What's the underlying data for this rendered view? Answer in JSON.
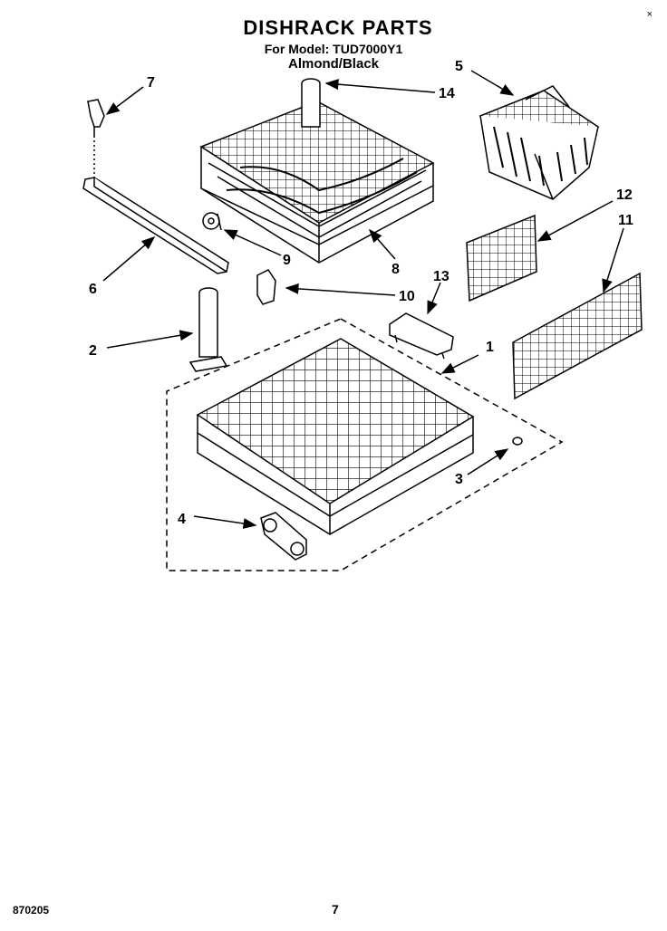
{
  "header": {
    "title": "DISHRACK PARTS",
    "model": "For Model: TUD7000Y1",
    "color": "Almond/Black"
  },
  "corner_mark": "×",
  "callouts": [
    "1",
    "2",
    "3",
    "4",
    "5",
    "6",
    "7",
    "8",
    "9",
    "10",
    "11",
    "12",
    "13",
    "14"
  ],
  "footer": {
    "code": "870205",
    "page": "7"
  }
}
